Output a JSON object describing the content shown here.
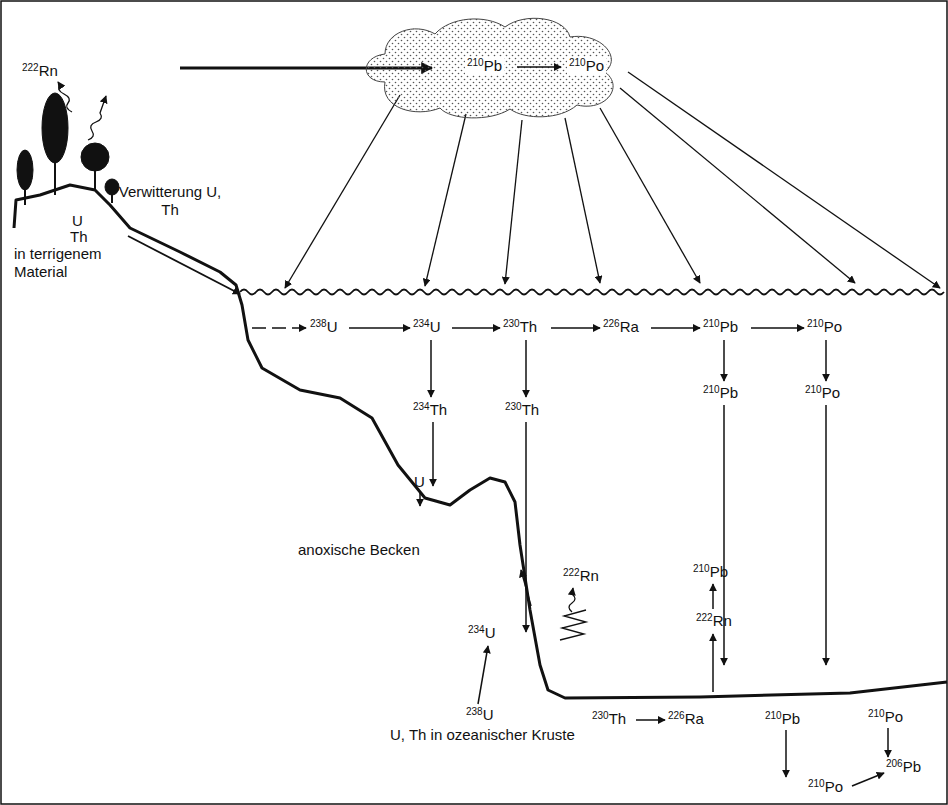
{
  "diagram": {
    "nodes": [
      {
        "text": [
          "210Pb",
          "210Po"
        ]
      }
    ],
    "labels": [
      "222Rn",
      "U",
      "Th",
      "in terrigenem Material",
      "Verwitterung U, Th",
      "238U",
      "234U",
      "230Th",
      "226Ra",
      "210Pb",
      "210Po",
      "234Th",
      "230Th",
      "210Pb",
      "210Po",
      "U",
      "210Pb",
      "222Rn",
      "anoxische Becken",
      "222Rn",
      "234U",
      "238U",
      "U, Th in ozeanischer Kruste",
      "230Th",
      "226Ra",
      "210Pb",
      "210Po",
      "206Pb",
      "210Po"
    ]
  }
}
